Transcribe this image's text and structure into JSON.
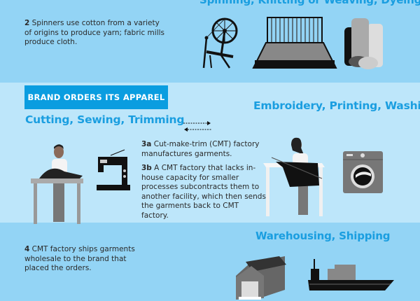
{
  "sections": {
    "spinning": {
      "title": "Spinning, Knitting or Weaving, Dyeing",
      "step_number": "2",
      "step_text": "Spinners use cotton from a variety of origins to produce yarn; fabric mills produce cloth."
    },
    "brand": {
      "banner": "BRAND ORDERS ITS APPAREL",
      "cutting_title": "Cutting, Sewing, Trimming",
      "embroidery_title": "Embroidery, Printing, Washing",
      "step_3a_number": "3a",
      "step_3a_text": "Cut-make-trim (CMT) factory manufactures garments.",
      "step_3b_number": "3b",
      "step_3b_text": "A CMT factory that lacks in-house capacity for smaller processes subcontracts them to another facility, which then sends the garments back to CMT factory."
    },
    "shipping": {
      "title": "Warehousing, Shipping",
      "step_number": "4",
      "step_text": "CMT factory ships garments wholesale to the brand that placed the orders."
    }
  },
  "colors": {
    "accent": "#0a9de0",
    "title": "#1a9ee0",
    "band_dark": "#93d4f5",
    "band_light": "#bde6fa"
  }
}
